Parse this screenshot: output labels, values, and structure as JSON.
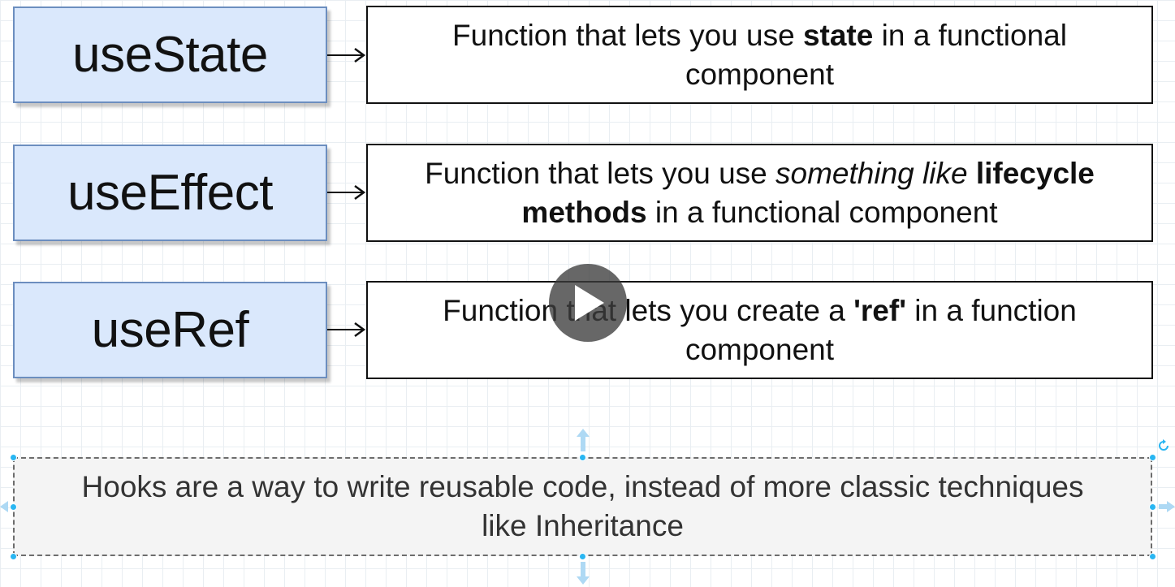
{
  "hooks": [
    {
      "name": "useState",
      "description": {
        "line1": [
          "Function that lets you use ",
          "state",
          " in a functional"
        ],
        "line2": "component"
      }
    },
    {
      "name": "useEffect",
      "description": {
        "line1": [
          "Function that lets you use ",
          "something like",
          " ",
          "lifecycle"
        ],
        "line2": [
          "methods",
          " in a functional component"
        ]
      }
    },
    {
      "name": "useRef",
      "description": {
        "line1": [
          "Function that lets you create a ",
          "'ref'",
          " in a function"
        ],
        "line2": "component"
      }
    }
  ],
  "note": {
    "line1": "Hooks are a way to write reusable code, instead of more classic techniques",
    "line2": "like Inheritance"
  },
  "colors": {
    "hook_fill": "#dae8fc",
    "hook_stroke": "#6c8ebf",
    "selection_handle": "#29b6f2",
    "note_fill": "#f4f4f4"
  },
  "icons": {
    "play": "play-icon",
    "rotate": "rotate-handle-icon",
    "arrow": "connector-arrow"
  }
}
